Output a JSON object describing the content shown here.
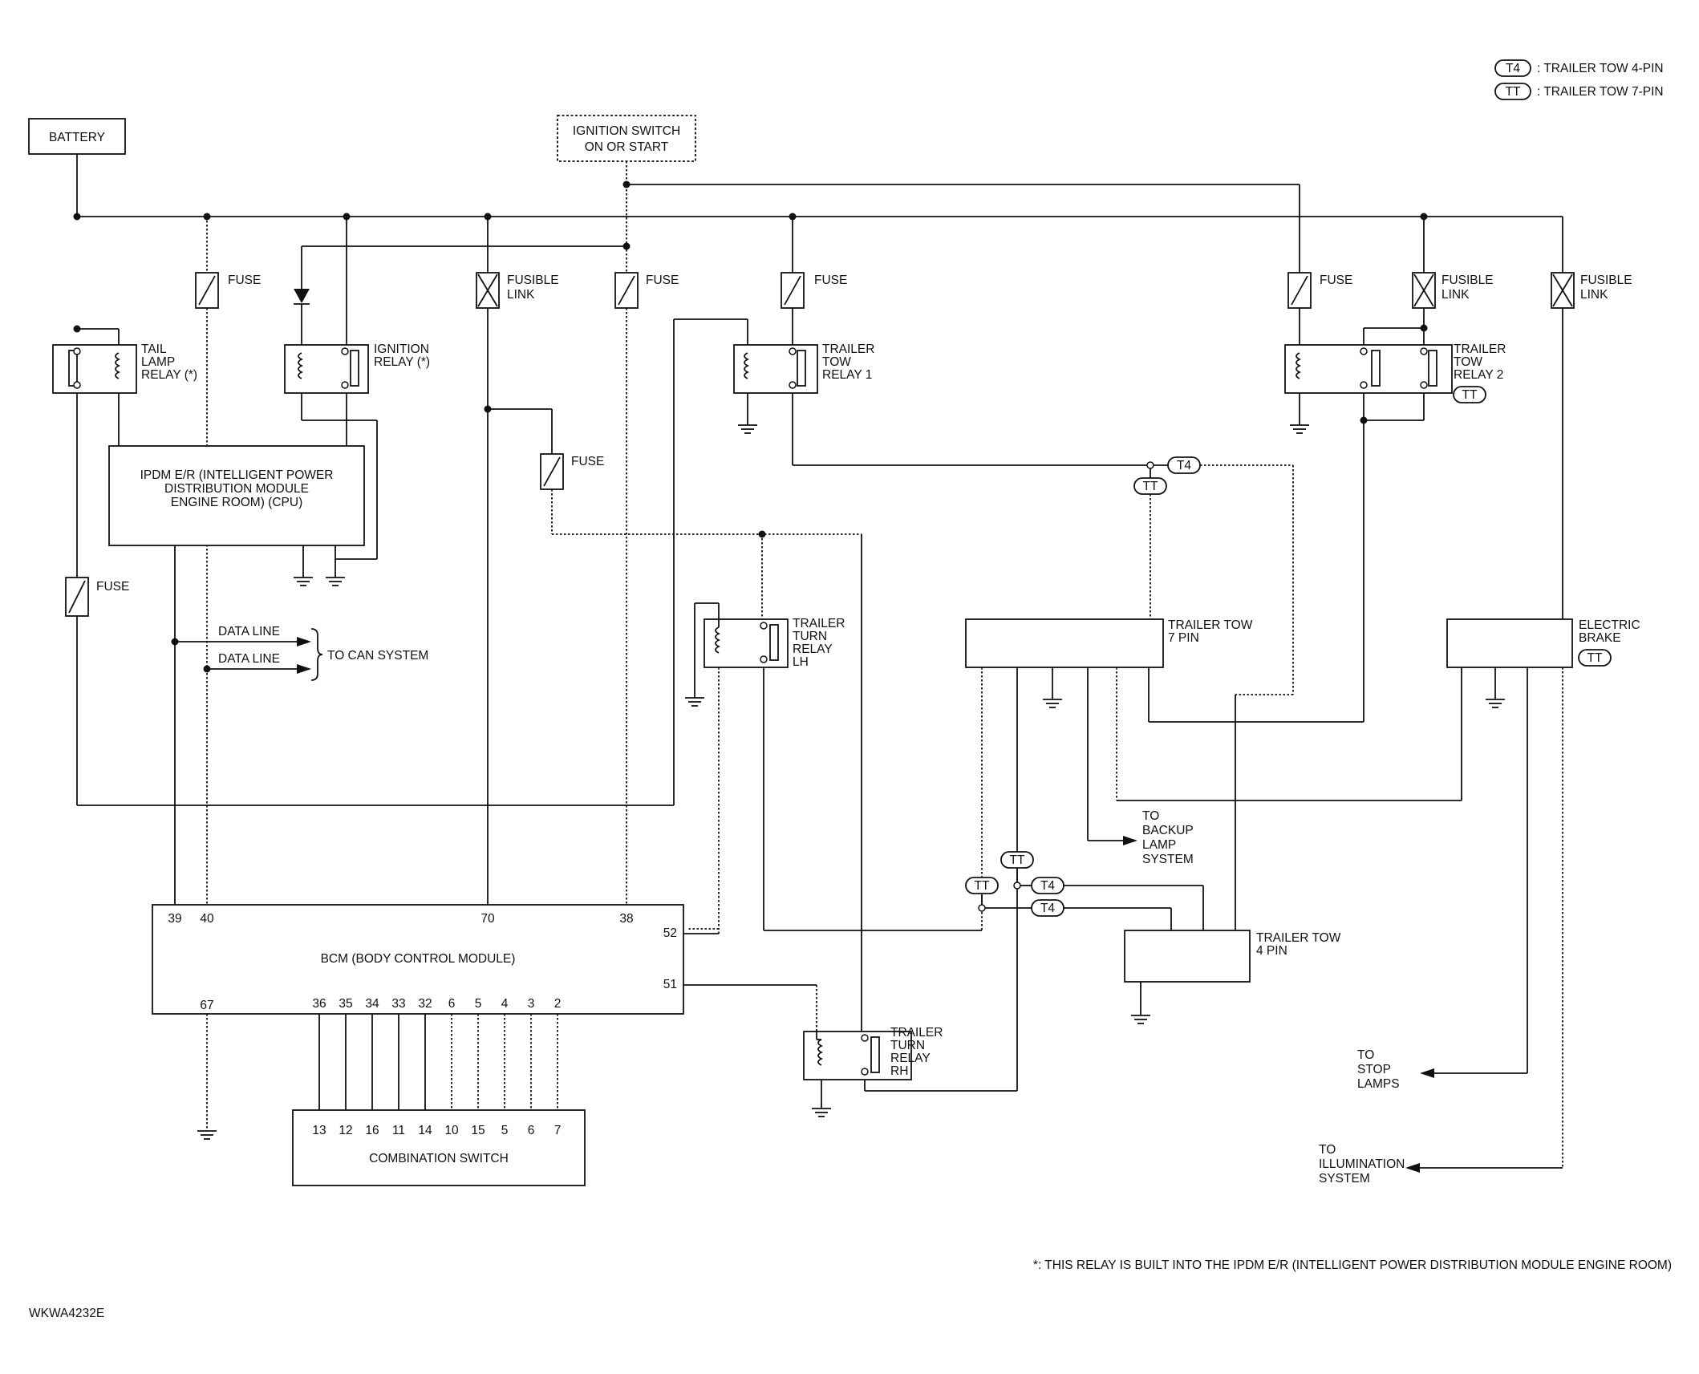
{
  "legend": [
    {
      "tag": "T4",
      "text": ": TRAILER TOW 4-PIN"
    },
    {
      "tag": "TT",
      "text": ": TRAILER TOW 7-PIN"
    }
  ],
  "labels": {
    "battery": "BATTERY",
    "ign_line1": "IGNITION SWITCH",
    "ign_line2": "ON OR START",
    "fuse": "FUSE",
    "fusible_line1": "FUSIBLE",
    "fusible_line2": "LINK",
    "tail_relay": [
      "TAIL",
      "LAMP",
      "RELAY (*)"
    ],
    "ign_relay": [
      "IGNITION",
      "RELAY (*)"
    ],
    "tt_relay1": [
      "TRAILER",
      "TOW",
      "RELAY 1"
    ],
    "tt_relay2": [
      "TRAILER",
      "TOW",
      "RELAY 2"
    ],
    "ipdm": [
      "IPDM E/R (INTELLIGENT POWER",
      "DISTRIBUTION MODULE",
      "ENGINE ROOM) (CPU)"
    ],
    "data_line": "DATA LINE",
    "to_can": "TO CAN SYSTEM",
    "turn_lh": [
      "TRAILER",
      "TURN",
      "RELAY",
      "LH"
    ],
    "turn_rh": [
      "TRAILER",
      "TURN",
      "RELAY",
      "RH"
    ],
    "tt7": [
      "TRAILER TOW",
      "7 PIN"
    ],
    "ebrake": [
      "ELECTRIC",
      "BRAKE"
    ],
    "backup": [
      "TO",
      "BACKUP",
      "LAMP",
      "SYSTEM"
    ],
    "tt4": [
      "TRAILER TOW",
      "4 PIN"
    ],
    "stop": [
      "TO",
      "STOP",
      "LAMPS"
    ],
    "illum": [
      "TO",
      "ILLUMINATION",
      "SYSTEM"
    ],
    "bcm": "BCM (BODY CONTROL MODULE)",
    "combo": "COMBINATION SWITCH",
    "tag_tt": "TT",
    "tag_t4": "T4",
    "footnote": "*: THIS RELAY IS BUILT INTO THE IPDM E/R (INTELLIGENT POWER DISTRIBUTION MODULE ENGINE ROOM)",
    "code": "WKWA4232E"
  },
  "bcm_pins": {
    "top": [
      "39",
      "40",
      "70",
      "38"
    ],
    "right": [
      "52",
      "51"
    ],
    "bottom": [
      "67",
      "36",
      "35",
      "34",
      "33",
      "32",
      "6",
      "5",
      "4",
      "3",
      "2"
    ]
  },
  "combo_pins": [
    "13",
    "12",
    "16",
    "11",
    "14",
    "10",
    "15",
    "5",
    "6",
    "7"
  ]
}
